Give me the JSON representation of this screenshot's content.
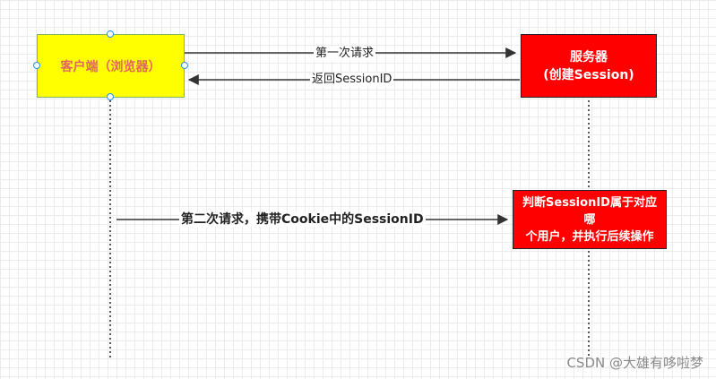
{
  "client": {
    "label": "客户端（浏览器）"
  },
  "server": {
    "line1": "服务器",
    "line2": "(创建Session)"
  },
  "judge": {
    "line1": "判断SessionID属于对应哪",
    "line2": "个用户，并执行后续操作"
  },
  "arrows": {
    "first_request": "第一次请求",
    "return_session": "返回SessionID",
    "second_request": "第二次请求，携带Cookie中的SessionID"
  },
  "watermark": "CSDN @大雄有哆啦梦",
  "colors": {
    "client_fill": "#ffff00",
    "client_text": "#e06666",
    "server_fill": "#ff0000",
    "line": "#333333"
  }
}
